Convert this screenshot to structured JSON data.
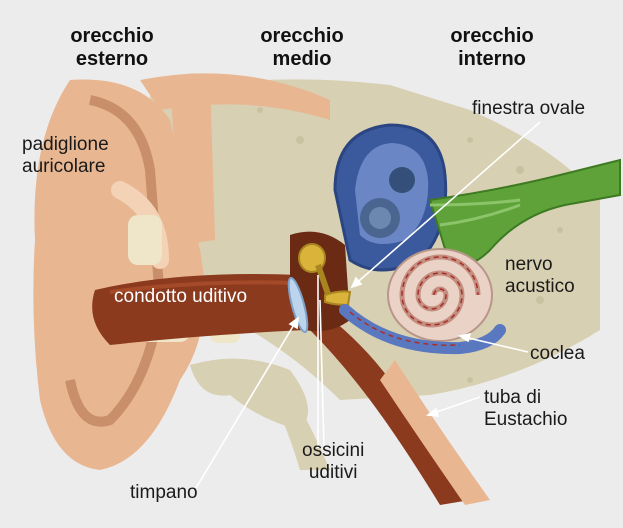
{
  "headers": {
    "outer": "orecchio\nesterno",
    "middle": "orecchio\nmedio",
    "inner": "orecchio\ninterno"
  },
  "labels": {
    "pinna": "padiglione\nauricolare",
    "canal": "condotto uditivo",
    "oval_window": "finestra ovale",
    "acoustic_nerve": "nervo\nacustico",
    "cochlea": "coclea",
    "eustachian": "tuba di\nEustachio",
    "ossicles": "ossicini\nuditivi",
    "eardrum": "timpano"
  },
  "colors": {
    "background": "#ececec",
    "skin": "#e8b792",
    "canal": "#8b3a1e",
    "bone": "#d8d0b3",
    "cochlea": "#ead3c6",
    "labyrinth": "#3b5a9e",
    "nerve": "#5fa23a",
    "ossicles": "#d9b33a"
  }
}
